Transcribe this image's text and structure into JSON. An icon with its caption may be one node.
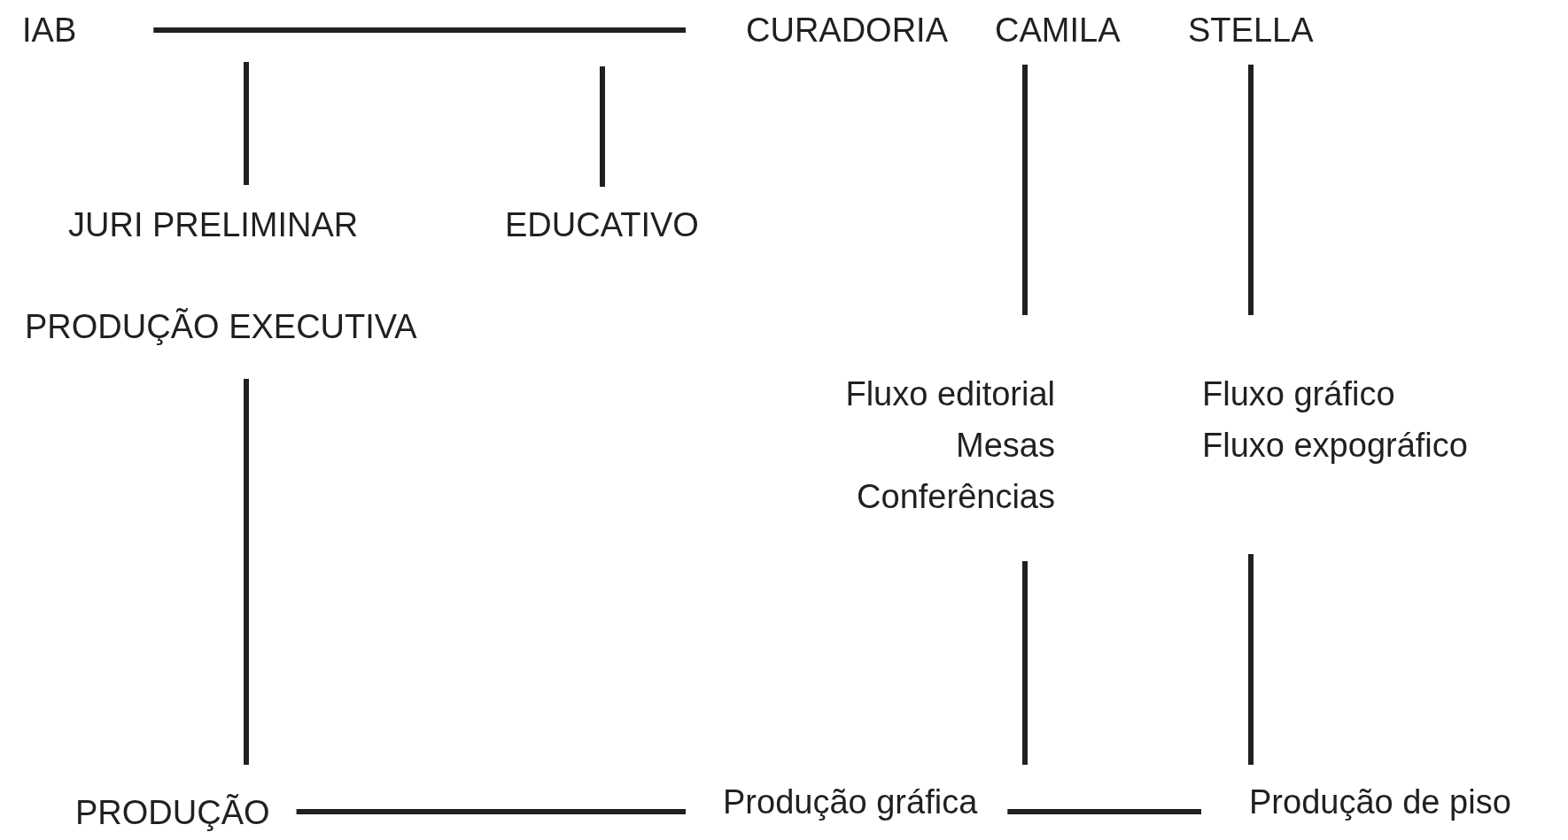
{
  "diagram": {
    "nodes": [
      {
        "text": [
          "IAB"
        ]
      },
      {
        "text": [
          "CURADORIA"
        ]
      },
      {
        "text": [
          "CAMILA"
        ]
      },
      {
        "text": [
          "STELLA"
        ]
      },
      {
        "text": [
          "JURI PRELIMINAR"
        ]
      },
      {
        "text": [
          "EDUCATIVO"
        ]
      },
      {
        "text": [
          "PRODUÇÃO EXECUTIVA"
        ]
      },
      {
        "text": [
          "Fluxo editorial",
          "Mesas",
          "Conferências"
        ]
      },
      {
        "text": [
          "Fluxo gráfico",
          "Fluxo expográfico"
        ]
      },
      {
        "text": [
          "PRODUÇÃO"
        ]
      },
      {
        "text": [
          "Produção gráfica"
        ]
      },
      {
        "text": [
          "Produção de piso"
        ]
      }
    ],
    "edges": [
      {
        "from": 0,
        "to": 1,
        "arrow": "none"
      },
      {
        "from": null,
        "to": 4,
        "arrow": "none"
      },
      {
        "from": null,
        "to": 5,
        "arrow": "none"
      },
      {
        "from": 2,
        "to": 7,
        "arrow": "none"
      },
      {
        "from": 7,
        "to": 10,
        "arrow": "none"
      },
      {
        "from": 3,
        "to": 8,
        "arrow": "none"
      },
      {
        "from": 8,
        "to": 11,
        "arrow": "none"
      },
      {
        "from": 6,
        "to": 9,
        "arrow": "none"
      },
      {
        "from": 9,
        "to": 10,
        "arrow": "none"
      },
      {
        "from": 10,
        "to": 11,
        "arrow": "none"
      }
    ]
  }
}
